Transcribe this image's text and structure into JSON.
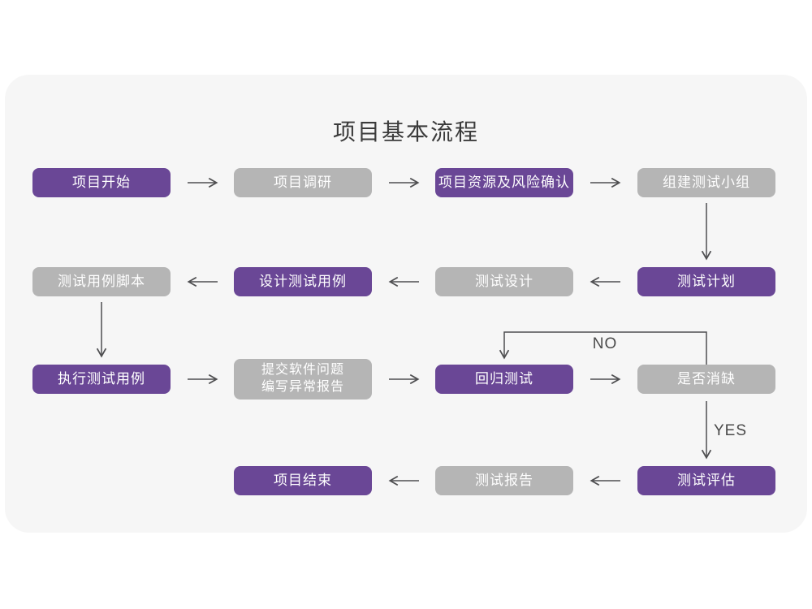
{
  "page": {
    "title": "项目基本流程"
  },
  "flowchart": {
    "nodes": [
      {
        "id": "project-start",
        "label": "项目开始",
        "variant": "purple"
      },
      {
        "id": "project-research",
        "label": "项目调研",
        "variant": "gray"
      },
      {
        "id": "resources-risk",
        "label": "项目资源及风险确认",
        "variant": "purple"
      },
      {
        "id": "build-test-team",
        "label": "组建测试小组",
        "variant": "gray"
      },
      {
        "id": "test-plan",
        "label": "测试计划",
        "variant": "purple"
      },
      {
        "id": "test-design",
        "label": "测试设计",
        "variant": "gray"
      },
      {
        "id": "design-test-cases",
        "label": "设计测试用例",
        "variant": "purple"
      },
      {
        "id": "test-case-scripts",
        "label": "测试用例脚本",
        "variant": "gray"
      },
      {
        "id": "run-test-cases",
        "label": "执行测试用例",
        "variant": "purple"
      },
      {
        "id": "submit-issue-report",
        "label": "提交软件问题\n编写异常报告",
        "variant": "gray"
      },
      {
        "id": "regression-test",
        "label": "回归测试",
        "variant": "purple"
      },
      {
        "id": "defect-cleared",
        "label": "是否消缺",
        "variant": "gray"
      },
      {
        "id": "test-evaluation",
        "label": "测试评估",
        "variant": "purple"
      },
      {
        "id": "test-report",
        "label": "测试报告",
        "variant": "gray"
      },
      {
        "id": "project-end",
        "label": "项目结束",
        "variant": "purple"
      }
    ],
    "edge_labels": {
      "no": "NO",
      "yes": "YES"
    }
  },
  "colors": {
    "accent_purple": "#6a4796",
    "node_gray": "#b5b5b5",
    "card_background": "#f6f6f6",
    "page_background": "#ffffff",
    "arrow": "#4e4e50",
    "title_text": "#3b3b3b",
    "node_text": "#ffffff"
  }
}
